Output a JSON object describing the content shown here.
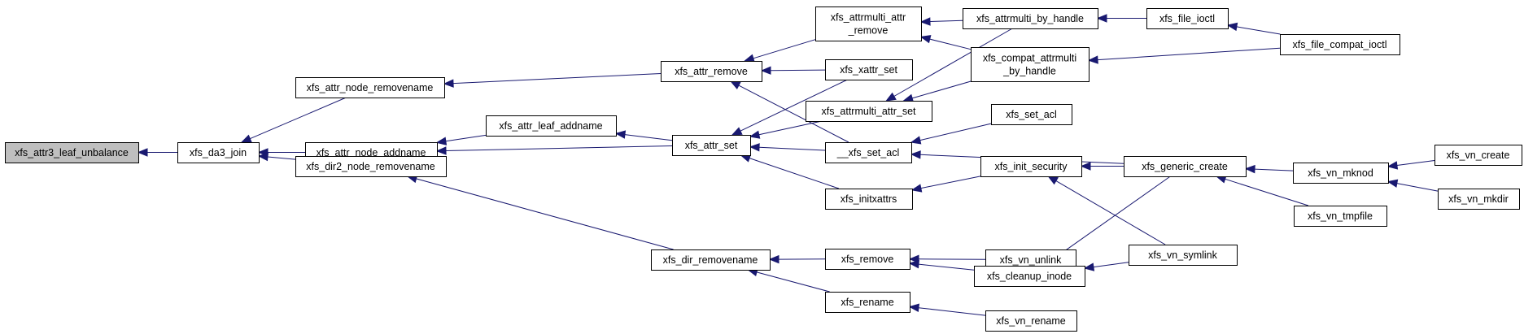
{
  "graph": {
    "nodes": [
      {
        "id": "xfs_attr3_leaf_unbalance",
        "lines": [
          "xfs_attr3_leaf_unbalance"
        ],
        "root": true
      },
      {
        "id": "xfs_da3_join",
        "lines": [
          "xfs_da3_join"
        ]
      },
      {
        "id": "xfs_attr_node_removename",
        "lines": [
          "xfs_attr_node_removename"
        ]
      },
      {
        "id": "xfs_attr_node_addname",
        "lines": [
          "xfs_attr_node_addname"
        ]
      },
      {
        "id": "xfs_dir2_node_removename",
        "lines": [
          "xfs_dir2_node_removename"
        ]
      },
      {
        "id": "xfs_attr_leaf_addname",
        "lines": [
          "xfs_attr_leaf_addname"
        ]
      },
      {
        "id": "xfs_attr_remove",
        "lines": [
          "xfs_attr_remove"
        ]
      },
      {
        "id": "xfs_attr_set",
        "lines": [
          "xfs_attr_set"
        ]
      },
      {
        "id": "xfs_dir_removename",
        "lines": [
          "xfs_dir_removename"
        ]
      },
      {
        "id": "xfs_attrmulti_attr_remove",
        "lines": [
          "xfs_attrmulti_attr",
          "_remove"
        ]
      },
      {
        "id": "xfs_xattr_set",
        "lines": [
          "xfs_xattr_set"
        ]
      },
      {
        "id": "xfs_attrmulti_attr_set",
        "lines": [
          "xfs_attrmulti_attr_set"
        ]
      },
      {
        "id": "__xfs_set_acl",
        "lines": [
          "__xfs_set_acl"
        ]
      },
      {
        "id": "xfs_initxattrs",
        "lines": [
          "xfs_initxattrs"
        ]
      },
      {
        "id": "xfs_remove",
        "lines": [
          "xfs_remove"
        ]
      },
      {
        "id": "xfs_rename",
        "lines": [
          "xfs_rename"
        ]
      },
      {
        "id": "xfs_attrmulti_by_handle",
        "lines": [
          "xfs_attrmulti_by_handle"
        ]
      },
      {
        "id": "xfs_compat_attrmulti_by_handle",
        "lines": [
          "xfs_compat_attrmulti",
          "_by_handle"
        ]
      },
      {
        "id": "xfs_set_acl",
        "lines": [
          "xfs_set_acl"
        ]
      },
      {
        "id": "xfs_init_security",
        "lines": [
          "xfs_init_security"
        ]
      },
      {
        "id": "xfs_vn_unlink",
        "lines": [
          "xfs_vn_unlink"
        ]
      },
      {
        "id": "xfs_cleanup_inode",
        "lines": [
          "xfs_cleanup_inode"
        ]
      },
      {
        "id": "xfs_vn_rename",
        "lines": [
          "xfs_vn_rename"
        ]
      },
      {
        "id": "xfs_file_ioctl",
        "lines": [
          "xfs_file_ioctl"
        ]
      },
      {
        "id": "xfs_generic_create",
        "lines": [
          "xfs_generic_create"
        ]
      },
      {
        "id": "xfs_vn_symlink",
        "lines": [
          "xfs_vn_symlink"
        ]
      },
      {
        "id": "xfs_file_compat_ioctl",
        "lines": [
          "xfs_file_compat_ioctl"
        ]
      },
      {
        "id": "xfs_vn_mknod",
        "lines": [
          "xfs_vn_mknod"
        ]
      },
      {
        "id": "xfs_vn_tmpfile",
        "lines": [
          "xfs_vn_tmpfile"
        ]
      },
      {
        "id": "xfs_vn_create",
        "lines": [
          "xfs_vn_create"
        ]
      },
      {
        "id": "xfs_vn_mkdir",
        "lines": [
          "xfs_vn_mkdir"
        ]
      }
    ],
    "edges": [
      {
        "from": "xfs_da3_join",
        "to": "xfs_attr3_leaf_unbalance"
      },
      {
        "from": "xfs_attr_node_removename",
        "to": "xfs_da3_join"
      },
      {
        "from": "xfs_attr_node_addname",
        "to": "xfs_da3_join"
      },
      {
        "from": "xfs_dir2_node_removename",
        "to": "xfs_da3_join"
      },
      {
        "from": "xfs_attr_remove",
        "to": "xfs_attr_node_removename"
      },
      {
        "from": "xfs_attr_leaf_addname",
        "to": "xfs_attr_node_addname"
      },
      {
        "from": "xfs_attr_set",
        "to": "xfs_attr_node_addname"
      },
      {
        "from": "xfs_attr_set",
        "to": "xfs_attr_leaf_addname"
      },
      {
        "from": "xfs_dir_removename",
        "to": "xfs_dir2_node_removename"
      },
      {
        "from": "xfs_attrmulti_attr_remove",
        "to": "xfs_attr_remove"
      },
      {
        "from": "xfs_xattr_set",
        "to": "xfs_attr_remove"
      },
      {
        "from": "__xfs_set_acl",
        "to": "xfs_attr_remove"
      },
      {
        "from": "xfs_xattr_set",
        "to": "xfs_attr_set"
      },
      {
        "from": "xfs_attrmulti_attr_set",
        "to": "xfs_attr_set"
      },
      {
        "from": "__xfs_set_acl",
        "to": "xfs_attr_set"
      },
      {
        "from": "xfs_initxattrs",
        "to": "xfs_attr_set"
      },
      {
        "from": "xfs_remove",
        "to": "xfs_dir_removename"
      },
      {
        "from": "xfs_rename",
        "to": "xfs_dir_removename"
      },
      {
        "from": "xfs_attrmulti_by_handle",
        "to": "xfs_attrmulti_attr_remove"
      },
      {
        "from": "xfs_compat_attrmulti_by_handle",
        "to": "xfs_attrmulti_attr_remove"
      },
      {
        "from": "xfs_attrmulti_by_handle",
        "to": "xfs_attrmulti_attr_set"
      },
      {
        "from": "xfs_compat_attrmulti_by_handle",
        "to": "xfs_attrmulti_attr_set"
      },
      {
        "from": "xfs_set_acl",
        "to": "__xfs_set_acl"
      },
      {
        "from": "xfs_generic_create",
        "to": "__xfs_set_acl"
      },
      {
        "from": "xfs_init_security",
        "to": "xfs_initxattrs"
      },
      {
        "from": "xfs_vn_unlink",
        "to": "xfs_remove"
      },
      {
        "from": "xfs_cleanup_inode",
        "to": "xfs_remove"
      },
      {
        "from": "xfs_vn_rename",
        "to": "xfs_rename"
      },
      {
        "from": "xfs_file_ioctl",
        "to": "xfs_attrmulti_by_handle"
      },
      {
        "from": "xfs_file_compat_ioctl",
        "to": "xfs_compat_attrmulti_by_handle"
      },
      {
        "from": "xfs_generic_create",
        "to": "xfs_init_security"
      },
      {
        "from": "xfs_vn_symlink",
        "to": "xfs_init_security"
      },
      {
        "from": "xfs_generic_create",
        "to": "xfs_cleanup_inode"
      },
      {
        "from": "xfs_vn_symlink",
        "to": "xfs_cleanup_inode"
      },
      {
        "from": "xfs_file_compat_ioctl",
        "to": "xfs_file_ioctl"
      },
      {
        "from": "xfs_vn_mknod",
        "to": "xfs_generic_create"
      },
      {
        "from": "xfs_vn_tmpfile",
        "to": "xfs_generic_create"
      },
      {
        "from": "xfs_vn_create",
        "to": "xfs_vn_mknod"
      },
      {
        "from": "xfs_vn_mkdir",
        "to": "xfs_vn_mknod"
      }
    ]
  }
}
